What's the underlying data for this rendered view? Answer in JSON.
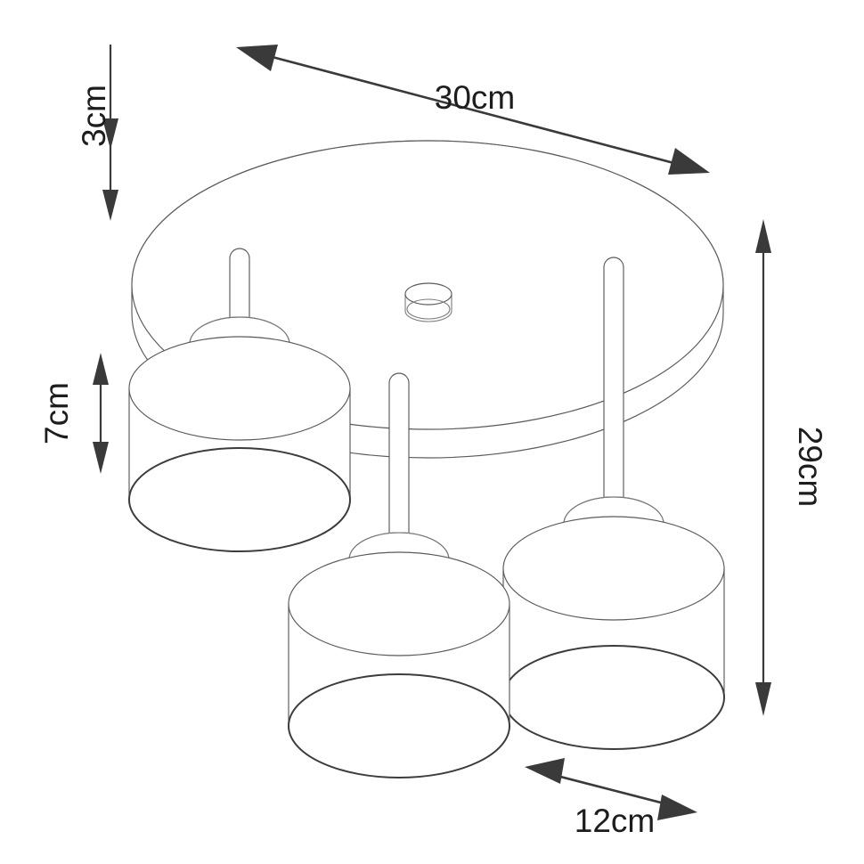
{
  "drawing": {
    "title": "Ceiling light technical dimension drawing",
    "subject": "3-light ceiling plate fixture",
    "background_color": "#ffffff",
    "line_color": "#5a5a5a",
    "rim_color": "#3c3c3c",
    "dimension_color": "#3a3a3a",
    "label_color": "#1d1d1d"
  },
  "dimensions": {
    "plate_thickness": {
      "label": "3cm",
      "value": 3,
      "unit": "cm",
      "orientation": "vertical",
      "arrow_style": "single-double-tipped-down",
      "position": "top-left",
      "measures": "ceiling plate thickness"
    },
    "plate_diameter": {
      "label": "30cm",
      "value": 30,
      "unit": "cm",
      "orientation": "diagonal",
      "arrow_style": "double-headed",
      "position": "top",
      "measures": "ceiling plate diameter"
    },
    "shade_height": {
      "label": "7cm",
      "value": 7,
      "unit": "cm",
      "orientation": "vertical",
      "arrow_style": "double-headed",
      "position": "left",
      "measures": "shade height"
    },
    "total_height": {
      "label": "29cm",
      "value": 29,
      "unit": "cm",
      "orientation": "vertical",
      "arrow_style": "double-headed",
      "position": "right",
      "measures": "total fixture height"
    },
    "shade_diameter": {
      "label": "12cm",
      "value": 12,
      "unit": "cm",
      "orientation": "diagonal",
      "arrow_style": "double-headed",
      "position": "bottom-right",
      "measures": "shade diameter"
    }
  },
  "components": {
    "ceiling_plate": {
      "name": "ceiling-mount-plate",
      "shape": "round-disc"
    },
    "center_knob": {
      "name": "center-cylinder-knob",
      "shape": "small-cylinder"
    },
    "shades": [
      {
        "name": "shade-left",
        "shape": "cylinder",
        "has_bulb": true
      },
      {
        "name": "shade-front",
        "shape": "cylinder",
        "has_bulb": true
      },
      {
        "name": "shade-right",
        "shape": "cylinder",
        "has_bulb": true
      }
    ],
    "rods": [
      {
        "name": "rod-left"
      },
      {
        "name": "rod-front"
      },
      {
        "name": "rod-right"
      }
    ]
  }
}
